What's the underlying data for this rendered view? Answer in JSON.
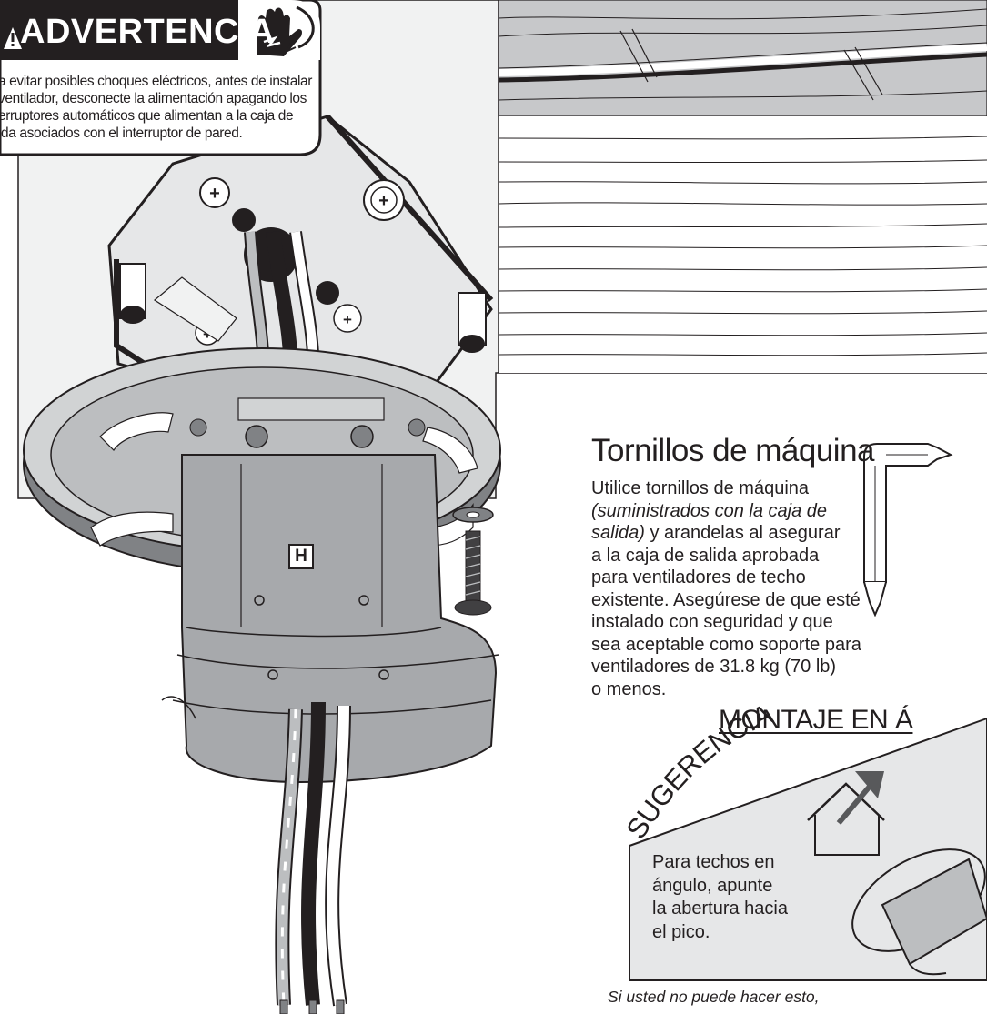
{
  "warning": {
    "title": "ADVERTENCIA",
    "icon": "electric-shock-hand-icon",
    "lines": [
      "a evitar posibles choques eléctricos, antes de instalar",
      "ventilador, desconecte la alimentación apagando los",
      "erruptores automáticos que alimentan a la caja de",
      "ida asociados con el interruptor de pared."
    ],
    "color": "#231f20"
  },
  "diagram": {
    "label_h": "H"
  },
  "tornillos": {
    "heading": "Tornillos de máquina",
    "line1": "Utilice tornillos de máquina",
    "line2_italic": "(suministrados con la caja de",
    "line3_italic": "salida)",
    "line3_rest": " y arandelas al asegurar",
    "line4": "a la caja de salida aprobada",
    "line5": "para ventiladores de techo",
    "line6": "existente. Asegúrese de que esté",
    "line7": "instalado con seguridad y que",
    "line8": "sea aceptable como soporte para",
    "line9": "ventiladores de 31.8 kg (70 lb)",
    "line10": "o menos.",
    "icon": "allen-wrench-icon"
  },
  "sugerencia": {
    "title_arc": "SUGERENCIA DE",
    "title_underlined": "MONTAJE EN Á",
    "lines": [
      "Para techos en",
      "ángulo, apunte",
      "la abertura hacia",
      "el pico."
    ],
    "footnote": "Si usted no puede hacer esto,",
    "panel_color": "#e6e7e8",
    "icon": "roof-peak-arrow-icon"
  }
}
